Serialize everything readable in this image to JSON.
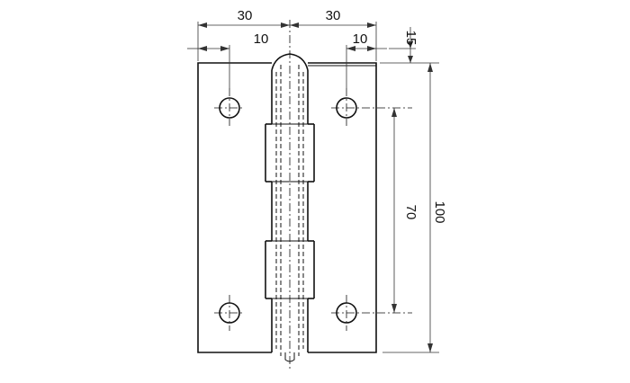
{
  "dimensions": {
    "top_left_30": "30",
    "top_right_30": "30",
    "left_10": "10",
    "right_10": "10",
    "vertical_15": "15",
    "vertical_70": "70",
    "vertical_100": "100"
  }
}
